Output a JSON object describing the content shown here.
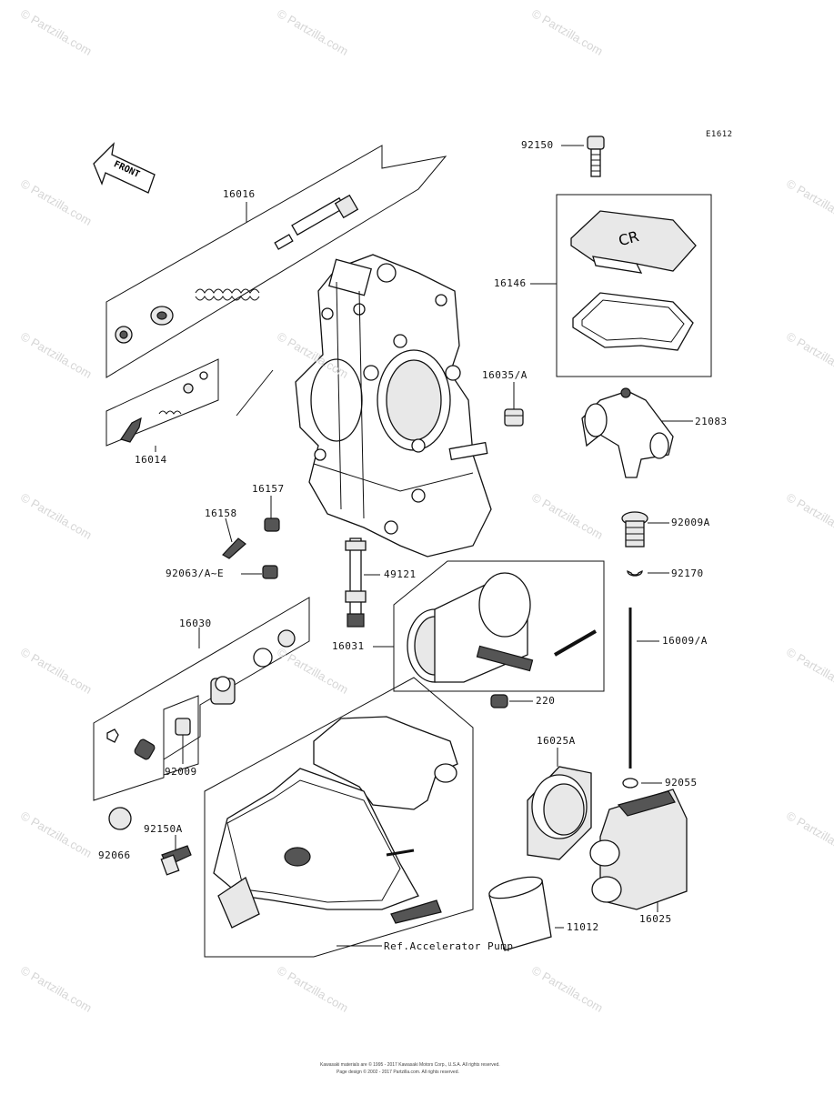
{
  "diagram_code": "E1612",
  "front_label": "FRONT",
  "watermark": "© Partzilla.com",
  "parts": [
    {
      "id": "p92150",
      "number": "92150"
    },
    {
      "id": "p16016",
      "number": "16016"
    },
    {
      "id": "p16146",
      "number": "16146"
    },
    {
      "id": "p16035",
      "number": "16035/A"
    },
    {
      "id": "p21083",
      "number": "21083"
    },
    {
      "id": "p16014",
      "number": "16014"
    },
    {
      "id": "p16157",
      "number": "16157"
    },
    {
      "id": "p16158",
      "number": "16158"
    },
    {
      "id": "p92009A",
      "number": "92009A"
    },
    {
      "id": "p92063",
      "number": "92063/A~E"
    },
    {
      "id": "p49121",
      "number": "49121"
    },
    {
      "id": "p92170",
      "number": "92170"
    },
    {
      "id": "p16030",
      "number": "16030"
    },
    {
      "id": "p16031",
      "number": "16031"
    },
    {
      "id": "p16009",
      "number": "16009/A"
    },
    {
      "id": "p220",
      "number": "220"
    },
    {
      "id": "p16025A",
      "number": "16025A"
    },
    {
      "id": "p92009",
      "number": "92009"
    },
    {
      "id": "p92055",
      "number": "92055"
    },
    {
      "id": "p92150A",
      "number": "92150A"
    },
    {
      "id": "p92066",
      "number": "92066"
    },
    {
      "id": "p11012",
      "number": "11012"
    },
    {
      "id": "p16025",
      "number": "16025"
    }
  ],
  "accelerator_ref": "Ref.Accelerator Pump",
  "footer": {
    "line1": "Kawasaki materials are © 1995 - 2017 Kawasaki Motors Corp., U.S.A. All rights reserved.",
    "line2": "Page design © 2002 - 2017 Partzilla.com. All rights reserved."
  }
}
